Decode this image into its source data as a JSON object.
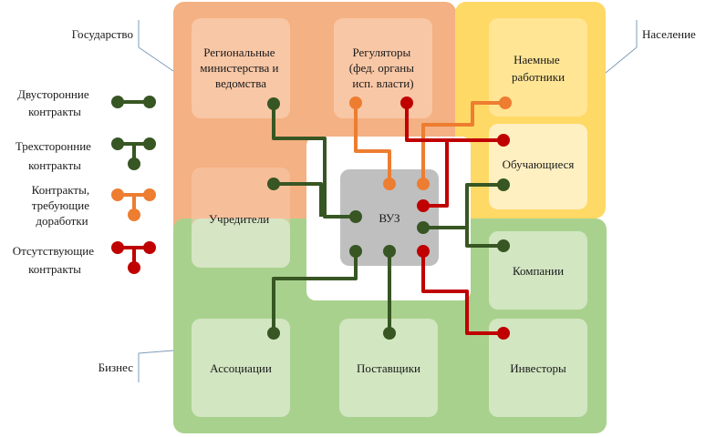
{
  "regions": {
    "state": "Государство",
    "population": "Население",
    "business": "Бизнес"
  },
  "nodes": {
    "ministries": [
      "Региональные",
      "министерства и",
      "ведомства"
    ],
    "regulators": [
      "Регуляторы",
      "(фед. органы",
      "исп. власти)"
    ],
    "employees": [
      "Наемные",
      "работники"
    ],
    "students": [
      "Обучающиеся"
    ],
    "founders": [
      "Учредители"
    ],
    "university": [
      "ВУЗ"
    ],
    "companies": [
      "Компании"
    ],
    "associations": [
      "Ассоциации"
    ],
    "suppliers": [
      "Поставщики"
    ],
    "investors": [
      "Инвесторы"
    ]
  },
  "legend": [
    {
      "lines": [
        "Двусторонние",
        "контракты"
      ],
      "kind": "two-sided",
      "color": "#375623"
    },
    {
      "lines": [
        "Трехсторонние",
        "контракты"
      ],
      "kind": "three-sided",
      "color": "#375623"
    },
    {
      "lines": [
        "Контракты,",
        "требующие",
        "доработки"
      ],
      "kind": "three-sided",
      "color": "#ED7D31"
    },
    {
      "lines": [
        "Отсутствующие",
        "контракты"
      ],
      "kind": "three-sided",
      "color": "#C00000"
    }
  ],
  "colors": {
    "state_region": "#F4B183",
    "population_region": "#FFD966",
    "business_region": "#A9D18E",
    "university": "#BFBFBF",
    "green_contract": "#375623",
    "orange_contract": "#ED7D31",
    "red_contract": "#C00000"
  }
}
